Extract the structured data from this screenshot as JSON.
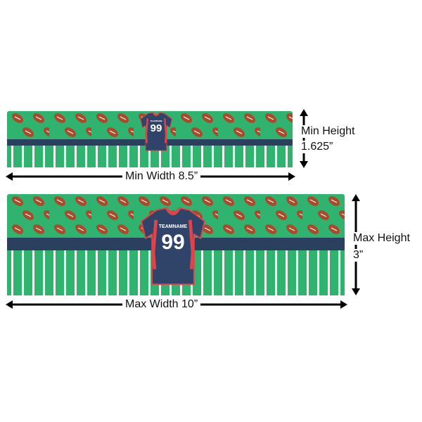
{
  "colors": {
    "field": "#2fb36e",
    "band": "#2b3f5f",
    "jersey": "#2f4468",
    "trim": "#e0434b",
    "football": "#a94a2c",
    "arrow": "#000000"
  },
  "jersey": {
    "team_name": "TEAMNAME",
    "number": "99"
  },
  "min": {
    "width_label": "Min Width 8.5”",
    "height_label_line1": "Min Height",
    "height_label_line2": "1.625”"
  },
  "max": {
    "width_label": "Max Width 10”",
    "height_label_line1": "Max Height",
    "height_label_line2": "3”"
  }
}
